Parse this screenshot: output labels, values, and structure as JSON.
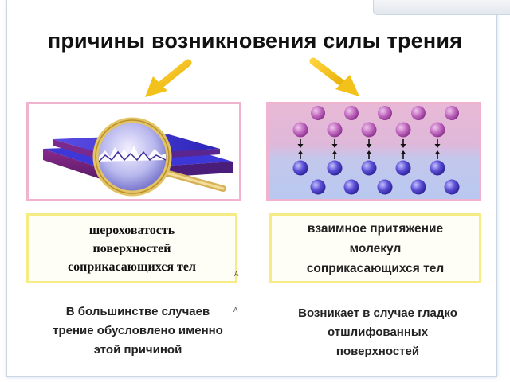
{
  "title": "причины возникновения силы трения",
  "colors": {
    "arrow": "#f2c21b",
    "panel_border": "#f0b4d0",
    "text_box_border": "#f5ec86",
    "molecule_top": "#c05fb8",
    "molecule_bottom": "#4f3fc4",
    "plate": "#3d37d8"
  },
  "left": {
    "illustration_icons": [
      "rough-plate",
      "magnifying-glass"
    ],
    "box_text": "шероховатость\nповерхностей\nсоприкасающихся тел",
    "note": "В большинстве случаев\nтрение обусловлено именно\nэтой причиной"
  },
  "right": {
    "illustration_icons": [
      "molecule",
      "attraction-arrow"
    ],
    "box_text": "взаимное притяжение\nмолекул\nсоприкасающихся тел",
    "note": "Возникает  в  случае гладко\nотшлифованных\nповерхностей"
  },
  "marks": {
    "a1": "A",
    "a2": "A"
  }
}
